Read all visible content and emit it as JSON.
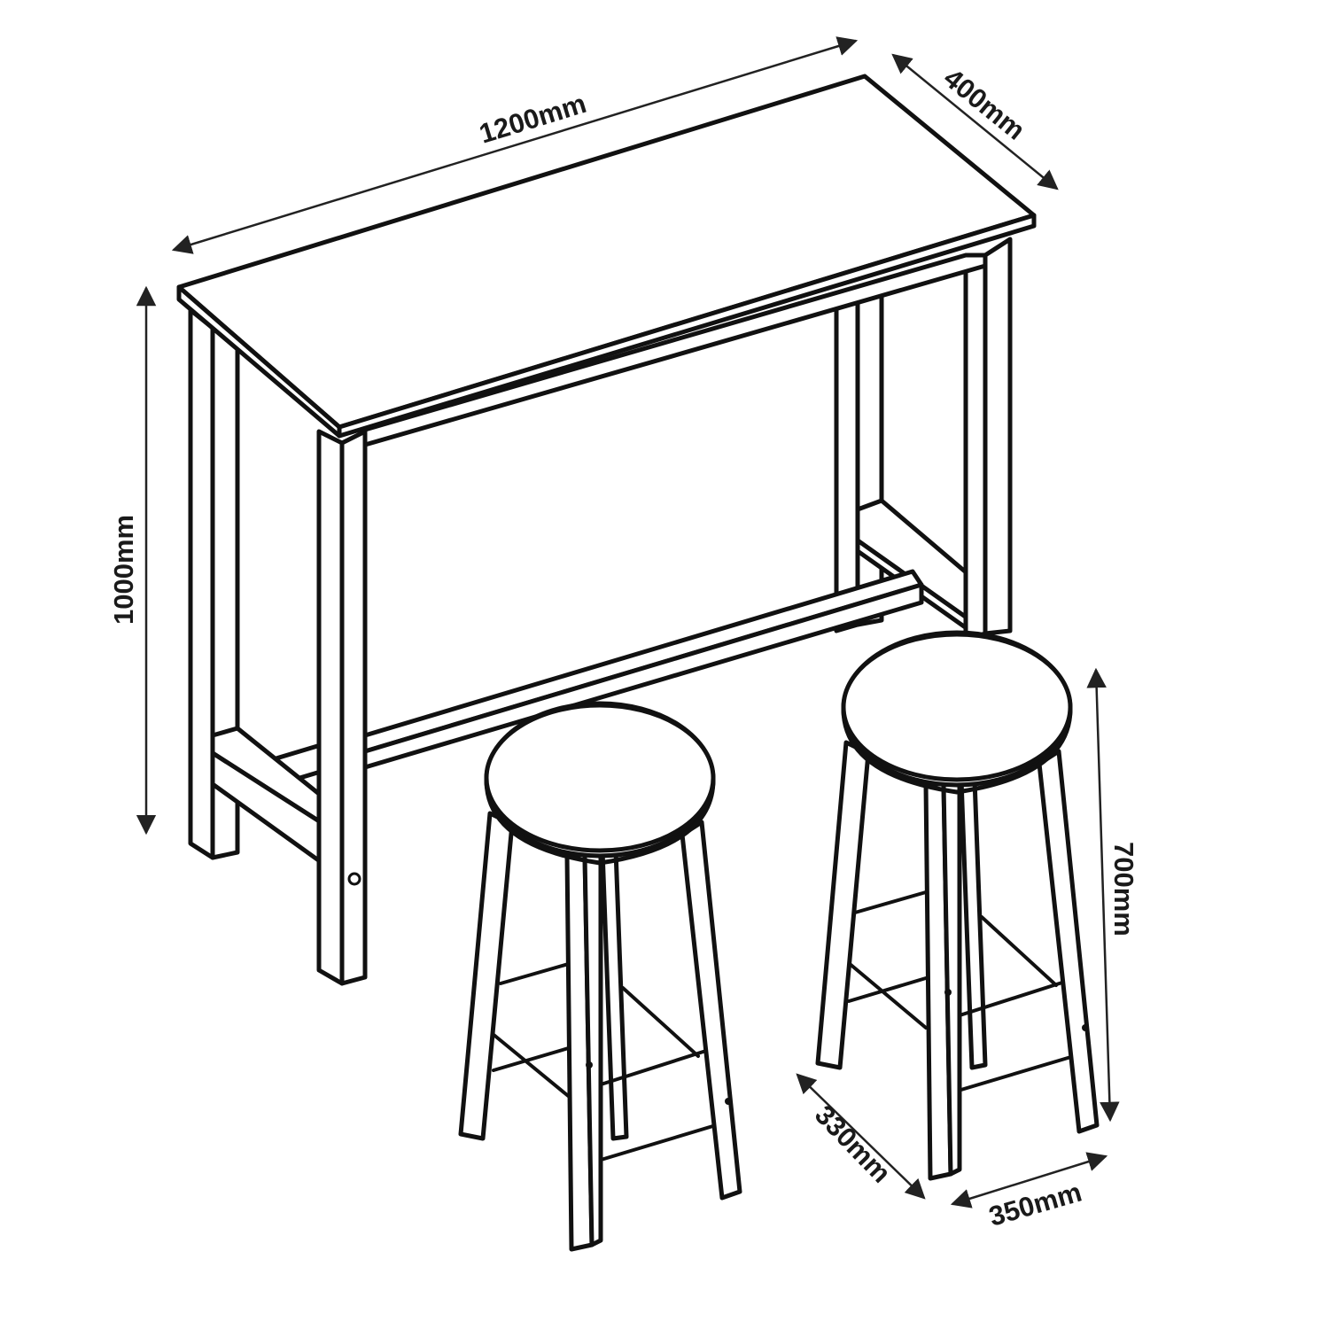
{
  "diagram": {
    "subject": "Bar table with two round bar stools",
    "style": "black line art on white",
    "colors": {
      "line": "#111111",
      "background": "#ffffff",
      "text": "#1a1a1a"
    },
    "objects": [
      {
        "name": "bar-table",
        "parts": [
          "rectangular top",
          "4 square legs",
          "upper apron",
          "side footrest rails",
          "long lower stretcher"
        ]
      },
      {
        "name": "bar-stool-left",
        "parts": [
          "round seat",
          "4 splayed legs",
          "footrest rungs"
        ]
      },
      {
        "name": "bar-stool-right",
        "parts": [
          "round seat",
          "4 splayed legs",
          "footrest rungs"
        ]
      }
    ]
  },
  "dimensions": {
    "table_length": "1200mm",
    "table_depth": "400mm",
    "table_height": "1000mm",
    "stool_height": "700mm",
    "stool_depth": "330mm",
    "stool_width": "350mm"
  }
}
